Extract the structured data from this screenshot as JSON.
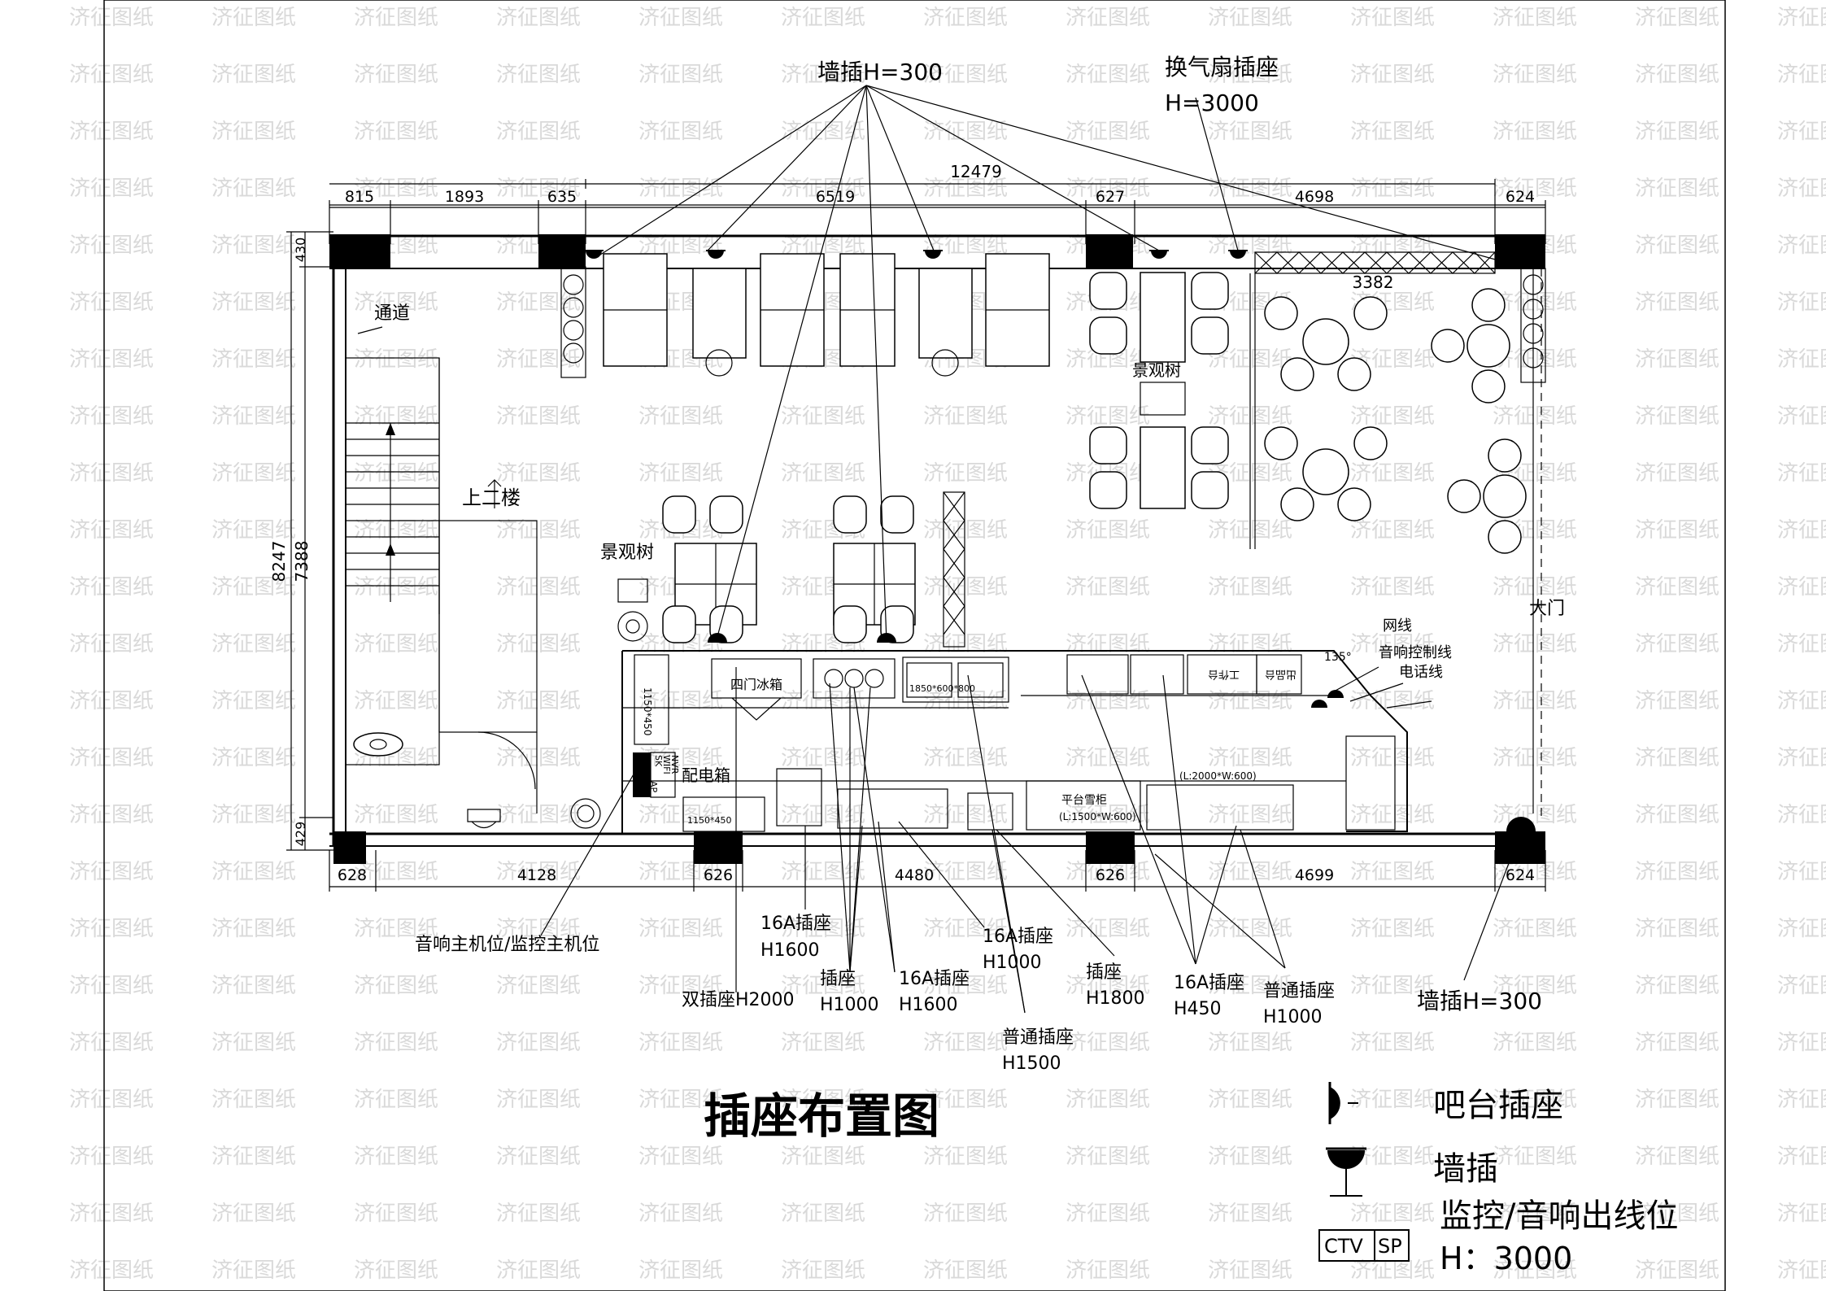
{
  "title": "插座布置图",
  "dimensions": {
    "top_total": "12479",
    "top": [
      "815",
      "1893",
      "635",
      "6519",
      "627",
      "4698",
      "624"
    ],
    "bottom": [
      "628",
      "4128",
      "626",
      "4480",
      "626",
      "4699",
      "624"
    ],
    "left_total": "8247",
    "left_inner": "7388",
    "left_top": "430",
    "left_bottom": "429",
    "dining_width": "3382"
  },
  "rooms": {
    "corridor": "通道",
    "stairs": "上二楼",
    "landscape_tree_1": "景观树",
    "landscape_tree_2": "景观树",
    "main_door": "大门",
    "fridge": "四门冰箱",
    "dist_box": "配电箱",
    "platform_freezer": "平台雪柜",
    "platform_freezer_size": "(L:1500*W:600)",
    "counter_size": "(L:2000*W:600)",
    "shelf_size": "1150*450",
    "shelf_size_2": "1150*450",
    "sink_size": "1850*600*800",
    "cab_1": "工作台",
    "cab_2": "出品台",
    "box_sk": "SK",
    "box_wifi": "WIFI",
    "box_nvr": "NVR",
    "box_ap": "AP"
  },
  "callouts": {
    "wall_socket_top": "墙插H=300",
    "fan_socket_line1": "换气扇插座",
    "fan_socket_line2": "H=3000",
    "network": "网线",
    "audio_control": "音响控制线",
    "phone": "电话线",
    "angle": "135°",
    "host": "音响主机位/监控主机位",
    "double_socket": "双插座H2000",
    "s16a_h1600_a_1": "16A插座",
    "s16a_h1600_a_2": "H1600",
    "socket_h1000_1": "插座",
    "socket_h1000_2": "H1000",
    "s16a_h1600_b_1": "16A插座",
    "s16a_h1600_b_2": "H1600",
    "s16a_h1000_1": "16A插座",
    "s16a_h1000_2": "H1000",
    "normal_h1500_1": "普通插座",
    "normal_h1500_2": "H1500",
    "socket_h1800_1": "插座",
    "socket_h1800_2": "H1800",
    "s16a_h450_1": "16A插座",
    "s16a_h450_2": "H450",
    "normal_h1000_1": "普通插座",
    "normal_h1000_2": "H1000",
    "wall_socket_bottom": "墙插H=300"
  },
  "legend": {
    "bar_socket": "吧台插座",
    "wall_socket": "墙插",
    "monitor_outlet": "监控/音响出线位",
    "monitor_height": "H：3000",
    "ctv": "CTV",
    "sp": "SP"
  },
  "watermark": "济征图纸",
  "icons": [
    "bar-socket-icon",
    "wall-socket-icon",
    "arrow-up-icon",
    "plant-icon",
    "toilet-icon",
    "sink-icon"
  ]
}
